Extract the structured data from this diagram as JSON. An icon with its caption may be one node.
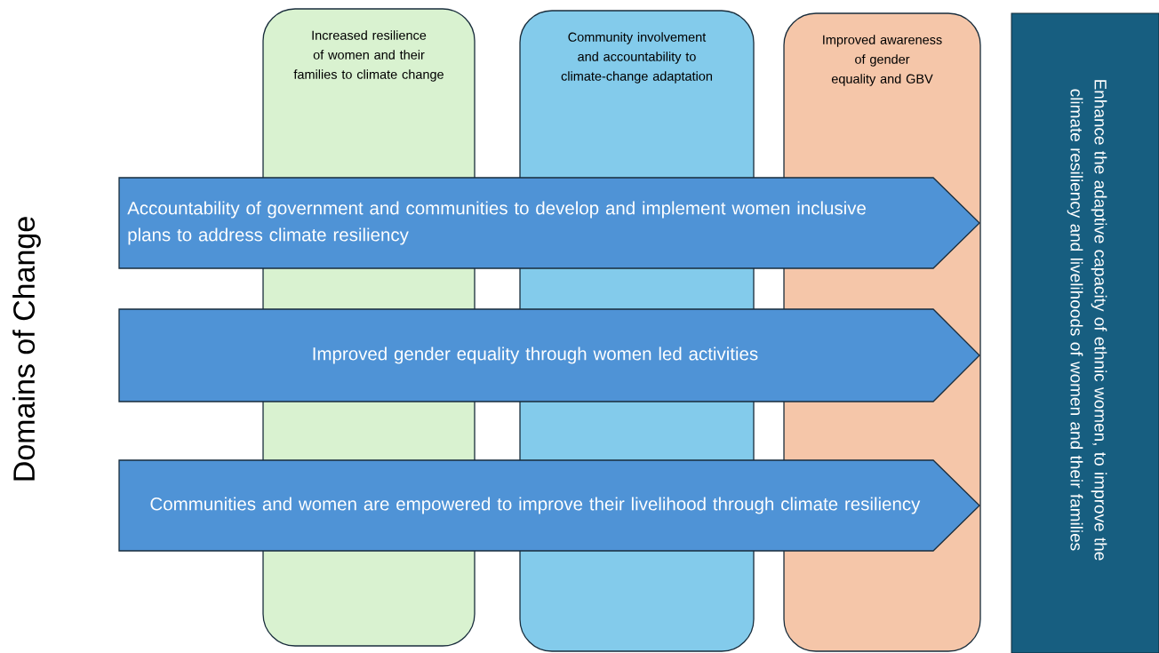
{
  "diagram": {
    "nodes": [
      {
        "text": [
          "Increased resilience of women and their families to climate change"
        ]
      },
      {
        "text": [
          "Community involvement and accountability to climate-change adaptation"
        ]
      },
      {
        "text": [
          "Improved awareness of gender equality and GBV"
        ]
      },
      {
        "text": [
          "Accountability of government and communities to develop and implement women inclusive plans to address climate resiliency"
        ]
      },
      {
        "text": [
          "Improved gender equality through women led activities"
        ]
      },
      {
        "text": [
          "Communities and women are empowered to improve their livelihood through climate resiliency"
        ]
      },
      {
        "text": [
          "Enhance the adaptive capacity of ethnic women, to improve the climate resiliency and livelihoods of women and their families"
        ]
      }
    ],
    "labels": [
      "Domains of Change"
    ]
  }
}
